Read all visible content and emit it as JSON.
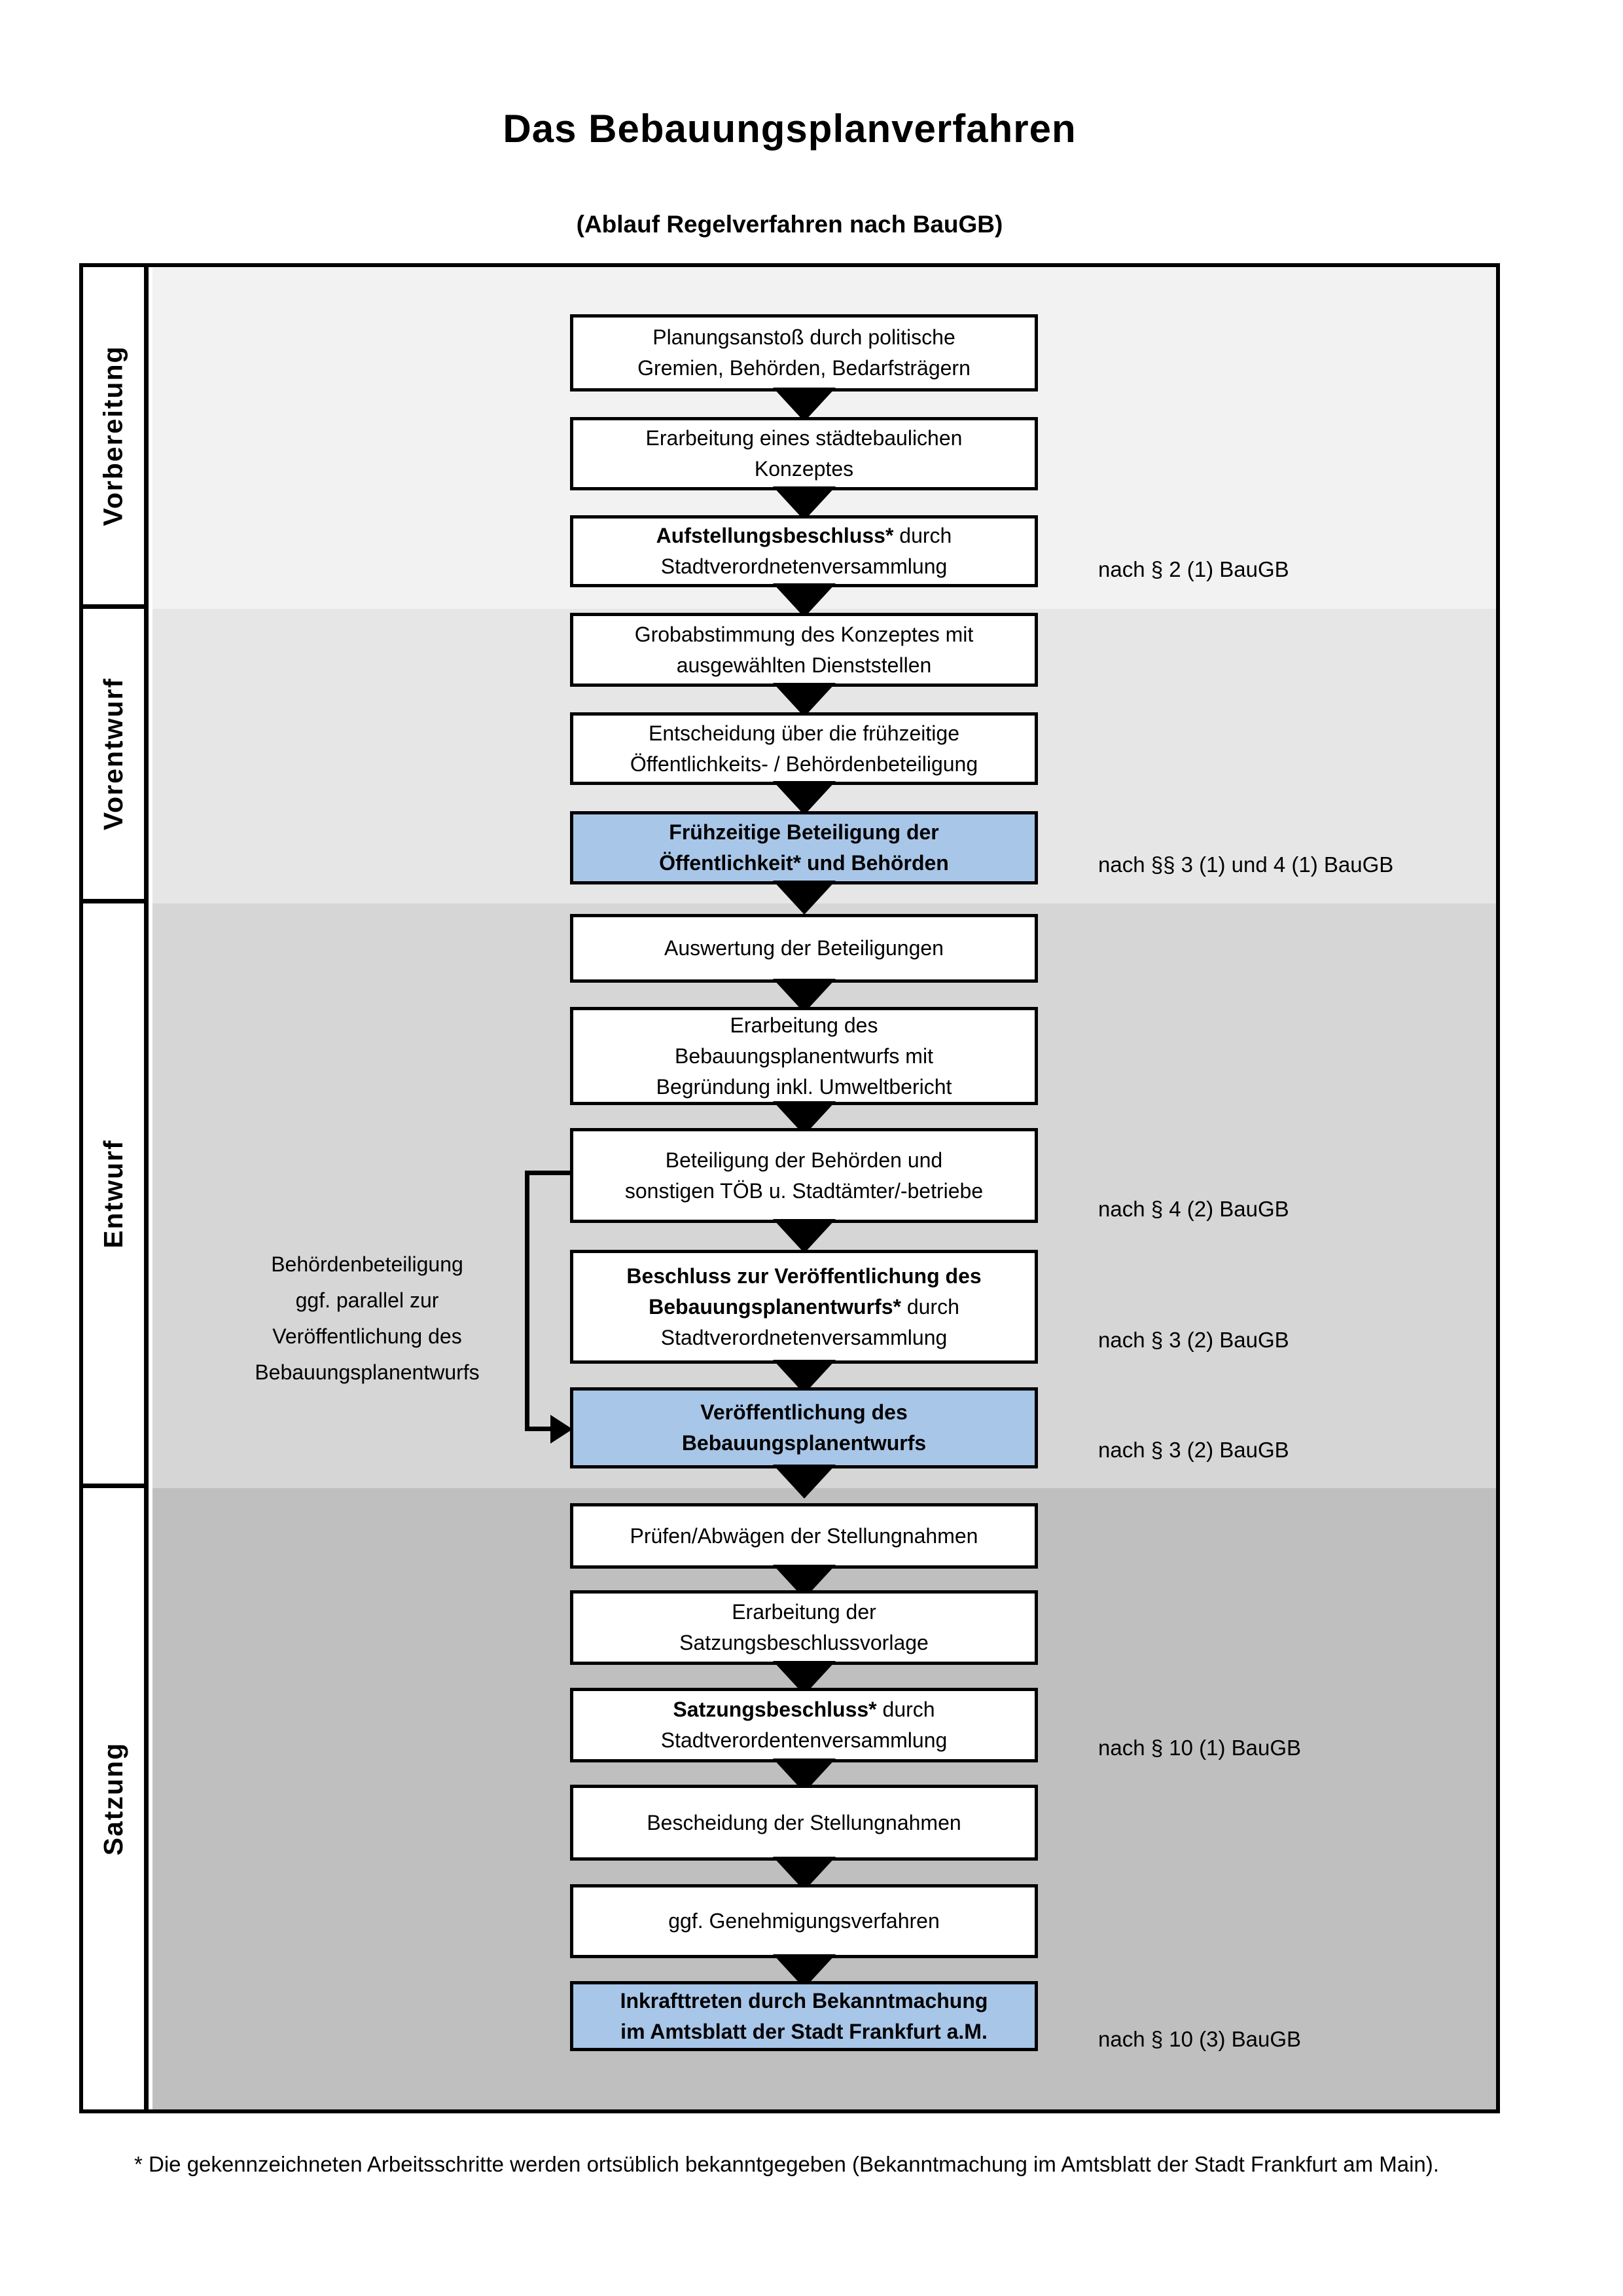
{
  "title": "Das Bebauungsplanverfahren",
  "subtitle": "(Ablauf Regelverfahren nach BauGB)",
  "colors": {
    "highlight_box": "#a8c6e8",
    "phase_band_vorbereitung": "#f2f2f2",
    "phase_band_vorentwurf": "#e6e6e6",
    "phase_band_entwurf": "#d6d6d6",
    "phase_band_satzung": "#bfbfbf"
  },
  "phases": [
    {
      "label": "Vorbereitung"
    },
    {
      "label": "Vorentwurf"
    },
    {
      "label": "Entwurf"
    },
    {
      "label": "Satzung"
    }
  ],
  "side_note": {
    "lines": [
      "Behördenbeteiligung",
      "ggf. parallel zur",
      "Veröffentlichung des",
      "Bebauungsplanentwurfs"
    ]
  },
  "steps": [
    {
      "id": "planungsanstoss",
      "highlight": false,
      "lines": [
        {
          "b": "",
          "n": "Planungsanstoß durch politische"
        },
        {
          "b": "",
          "n": "Gremien, Behörden, Bedarfsträgern"
        }
      ],
      "note": ""
    },
    {
      "id": "staedtebauliches-konzept",
      "highlight": false,
      "lines": [
        {
          "b": "",
          "n": "Erarbeitung eines städtebaulichen"
        },
        {
          "b": "",
          "n": "Konzeptes"
        }
      ],
      "note": ""
    },
    {
      "id": "aufstellungsbeschluss",
      "highlight": false,
      "lines": [
        {
          "b": "Aufstellungsbeschluss*",
          "n": " durch"
        },
        {
          "b": "",
          "n": "Stadtverordnetenversammlung"
        }
      ],
      "note": "nach § 2 (1) BauGB"
    },
    {
      "id": "grobabstimmung",
      "highlight": false,
      "lines": [
        {
          "b": "",
          "n": "Grobabstimmung des Konzeptes mit"
        },
        {
          "b": "",
          "n": "ausgewählten Dienststellen"
        }
      ],
      "note": ""
    },
    {
      "id": "entscheidung-fruehzeitige",
      "highlight": false,
      "lines": [
        {
          "b": "",
          "n": "Entscheidung über die frühzeitige"
        },
        {
          "b": "",
          "n": "Öffentlichkeits- / Behördenbeteiligung"
        }
      ],
      "note": ""
    },
    {
      "id": "fruehzeitige-beteiligung",
      "highlight": true,
      "lines": [
        {
          "b": "Frühzeitige Beteiligung der",
          "n": ""
        },
        {
          "b": "Öffentlichkeit* und Behörden",
          "n": ""
        }
      ],
      "note": "nach §§ 3 (1) und 4 (1) BauGB"
    },
    {
      "id": "auswertung",
      "highlight": false,
      "lines": [
        {
          "b": "",
          "n": "Auswertung der Beteiligungen"
        }
      ],
      "note": ""
    },
    {
      "id": "erarbeitung-entwurf",
      "highlight": false,
      "lines": [
        {
          "b": "",
          "n": "Erarbeitung des"
        },
        {
          "b": "",
          "n": "Bebauungsplanentwurfs mit"
        },
        {
          "b": "",
          "n": "Begründung inkl. Umweltbericht"
        }
      ],
      "note": ""
    },
    {
      "id": "beteiligung-behoerden",
      "highlight": false,
      "lines": [
        {
          "b": "",
          "n": "Beteiligung der Behörden und"
        },
        {
          "b": "",
          "n": "sonstigen TÖB u. Stadtämter/-betriebe"
        }
      ],
      "note": "nach § 4 (2) BauGB"
    },
    {
      "id": "beschluss-veroeffentlichung",
      "highlight": false,
      "lines": [
        {
          "b": "Beschluss zur Veröffentlichung des",
          "n": ""
        },
        {
          "b": "Bebauungsplanentwurfs*",
          "n": " durch"
        },
        {
          "b": "",
          "n": "Stadtverordnetenversammlung"
        }
      ],
      "note": "nach § 3 (2) BauGB"
    },
    {
      "id": "veroeffentlichung",
      "highlight": true,
      "lines": [
        {
          "b": "Veröffentlichung des",
          "n": ""
        },
        {
          "b": "Bebauungsplanentwurfs",
          "n": ""
        }
      ],
      "note": "nach § 3 (2) BauGB"
    },
    {
      "id": "pruefen-abwaegen",
      "highlight": false,
      "lines": [
        {
          "b": "",
          "n": "Prüfen/Abwägen der Stellungnahmen"
        }
      ],
      "note": ""
    },
    {
      "id": "erarbeitung-satzungsvorlage",
      "highlight": false,
      "lines": [
        {
          "b": "",
          "n": "Erarbeitung der"
        },
        {
          "b": "",
          "n": "Satzungsbeschlussvorlage"
        }
      ],
      "note": ""
    },
    {
      "id": "satzungsbeschluss",
      "highlight": false,
      "lines": [
        {
          "b": "Satzungsbeschluss*",
          "n": " durch"
        },
        {
          "b": "",
          "n": "Stadtverordentenversammlung"
        }
      ],
      "note": "nach § 10 (1) BauGB"
    },
    {
      "id": "bescheidung",
      "highlight": false,
      "lines": [
        {
          "b": "",
          "n": "Bescheidung der Stellungnahmen"
        }
      ],
      "note": ""
    },
    {
      "id": "genehmigungsverfahren",
      "highlight": false,
      "lines": [
        {
          "b": "",
          "n": "ggf. Genehmigungsverfahren"
        }
      ],
      "note": ""
    },
    {
      "id": "inkrafttreten",
      "highlight": true,
      "lines": [
        {
          "b": "Inkrafttreten",
          "n": " durch Bekanntmachung"
        },
        {
          "b": "",
          "n": "im Amtsblatt der Stadt Frankfurt a.M."
        }
      ],
      "note": "nach § 10 (3) BauGB"
    }
  ],
  "footnote": "* Die gekennzeichneten Arbeitsschritte werden ortsüblich bekanntgegeben (Bekanntmachung im Amtsblatt  der Stadt Frankfurt am Main)."
}
